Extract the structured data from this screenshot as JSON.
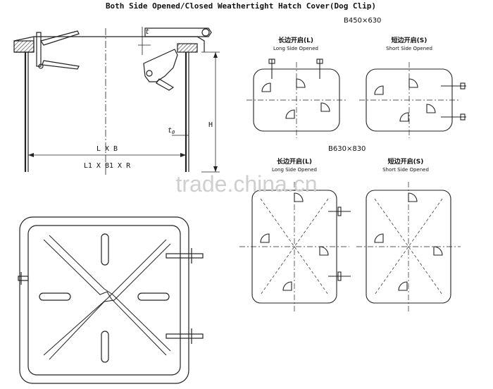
{
  "title": "Both Side Opened/Closed Weathertight Hatch Cover(Dog Clip)",
  "section_view": {
    "dim_t": "t",
    "dim_t0": "t",
    "dim_t0_sub": "0",
    "dim_H": "H",
    "dim_LxB": "L X B",
    "dim_L1B1R": "L1 X B1 X R"
  },
  "size_groups": [
    {
      "size_label": "B450×630",
      "long_cn": "长边开启(L)",
      "long_en": "Long Side Opened",
      "short_cn": "短边开启(S)",
      "short_en": "Short Side Opened"
    },
    {
      "size_label": "B630×830",
      "long_cn": "长边开启(L)",
      "long_en": "Long Side Opened",
      "short_cn": "短边开启(S)",
      "short_en": "Short Side Opened"
    }
  ],
  "watermark": "trade.china.cn",
  "colors": {
    "line": "#222222",
    "watermark": "#cfcfcf",
    "background": "#ffffff"
  }
}
